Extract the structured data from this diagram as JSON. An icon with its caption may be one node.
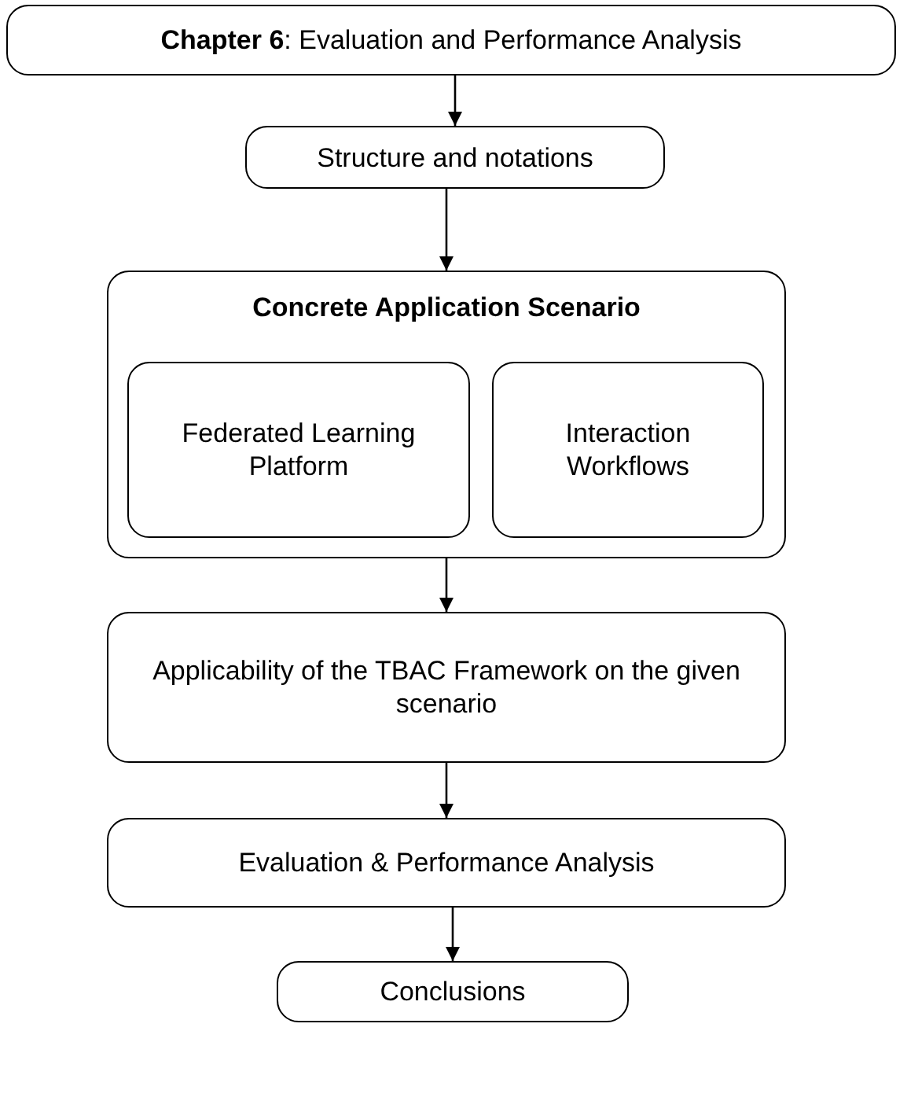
{
  "diagram": {
    "nodes": [
      {
        "text": [
          "**Chapter 6**: Evaluation and Performance Analysis"
        ]
      },
      {
        "text": [
          "Structure and notations"
        ]
      },
      {
        "text": [
          "Concrete Application Scenario"
        ]
      },
      {
        "text": [
          "Federated Learning Platform"
        ],
        "in": 2
      },
      {
        "text": [
          "Interaction Workflows"
        ],
        "in": 2
      },
      {
        "text": [
          "Applicability of the TBAC Framework on the given scenario"
        ]
      },
      {
        "text": [
          "Evaluation & Performance Analysis"
        ]
      },
      {
        "text": [
          "Conclusions"
        ]
      }
    ],
    "edges": [
      {
        "from": 0,
        "to": 1,
        "arrow": "to"
      },
      {
        "from": 1,
        "to": 2,
        "arrow": "to"
      },
      {
        "from": 2,
        "to": 5,
        "arrow": "to"
      },
      {
        "from": 5,
        "to": 6,
        "arrow": "to"
      },
      {
        "from": 6,
        "to": 7,
        "arrow": "to"
      }
    ]
  }
}
